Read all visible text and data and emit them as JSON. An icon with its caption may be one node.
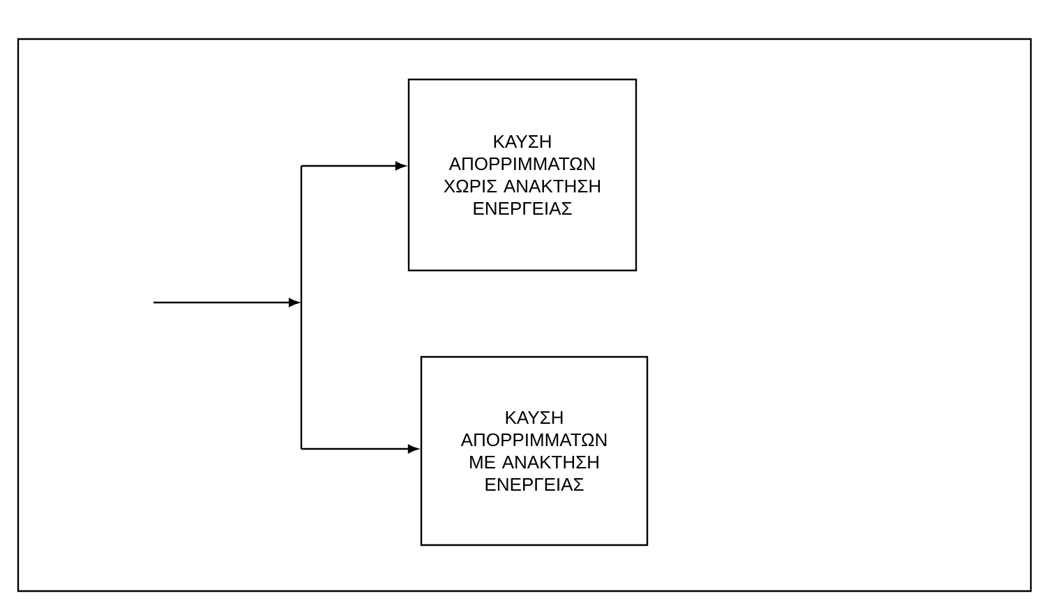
{
  "diagram": {
    "nodes": [
      {
        "text": [
          "ΚΑΥΣΗ ΑΠΟΡΡΙΜΜΑΤΩΝ ΧΩΡΙΣ ΑΝΑΚΤΗΣΗ ΕΝΕΡΓΕΙΑΣ"
        ]
      },
      {
        "text": [
          "ΚΑΥΣΗ ΑΠΟΡΡΙΜΜΑΤΩΝ ΜΕ ΑΝΑΚΤΗΣΗ ΕΝΕΡΓΕΙΑΣ"
        ]
      }
    ],
    "edges": [
      {
        "from": null,
        "to": 0,
        "arrow": "to"
      },
      {
        "from": null,
        "to": 1,
        "arrow": "to"
      }
    ]
  }
}
